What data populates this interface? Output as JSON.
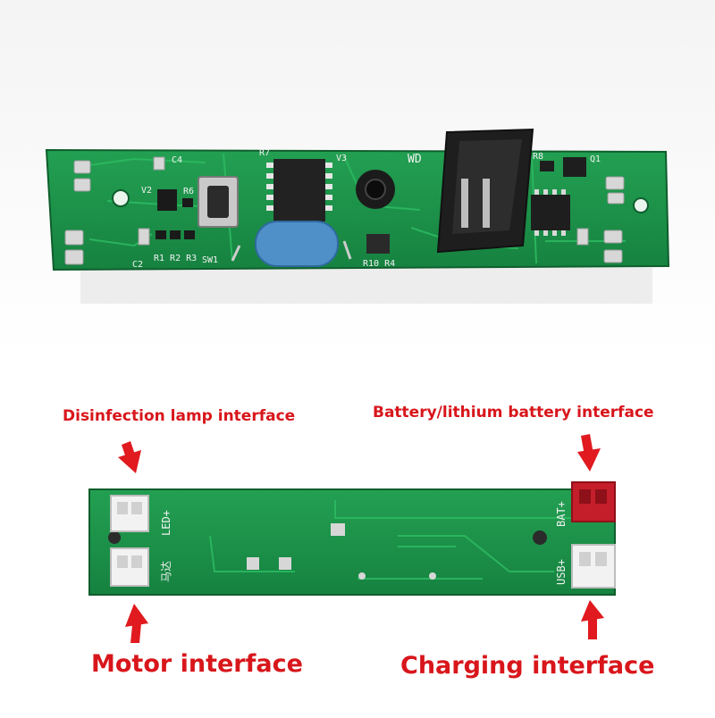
{
  "labels": {
    "disinfection_lamp": "Disinfection lamp interface",
    "battery": "Battery/lithium battery interface",
    "motor": "Motor interface",
    "charging": "Charging interface"
  },
  "silkscreen_top": {
    "c4": "C4",
    "c2": "C2",
    "v2": "V2",
    "r6": "R6",
    "r1r2r3": "R1 R2 R3",
    "sw1": "SW1",
    "r7": "R7",
    "v3": "V3",
    "wd": "WD",
    "r10r4": "R10 R4",
    "r8": "R8",
    "q1": "Q1"
  },
  "silkscreen_bottom": {
    "led": "LED+",
    "motor_cn": "马达",
    "bat": "BAT+",
    "usb": "USB+"
  },
  "colors": {
    "label_red": "#d8161b",
    "pcb_green": "#1f8f4a",
    "pcb_dark": "#146b36",
    "arrow_red": "#e01a1f"
  }
}
